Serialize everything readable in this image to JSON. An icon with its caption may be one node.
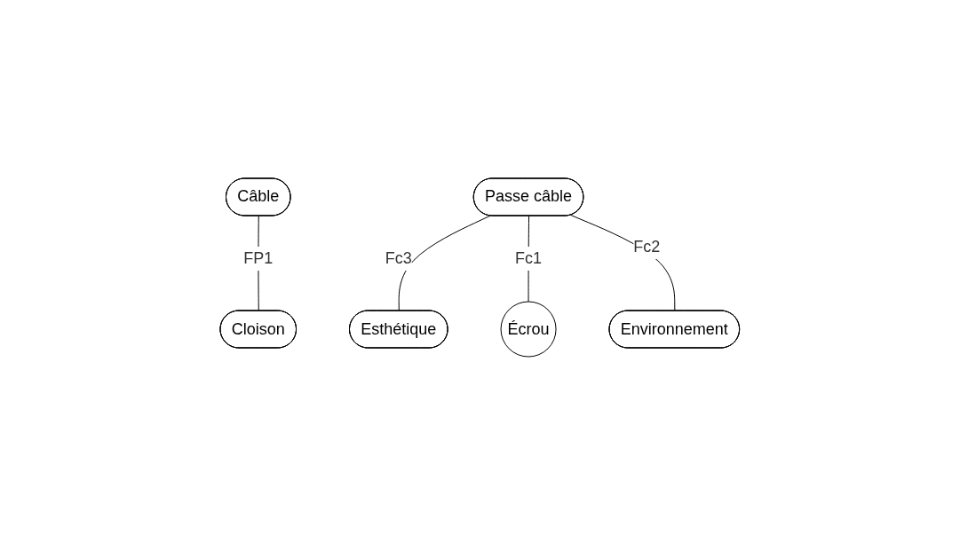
{
  "diagram": {
    "nodes": [
      {
        "text": [
          "Câble"
        ]
      },
      {
        "text": [
          "Cloison"
        ]
      },
      {
        "text": [
          "Passe câble"
        ]
      },
      {
        "text": [
          "Écrou"
        ]
      },
      {
        "text": [
          "Esthétique"
        ]
      },
      {
        "text": [
          "Environnement"
        ]
      }
    ],
    "edges": [
      {
        "from": 0,
        "to": 1,
        "arrow": "none",
        "label": "FP1"
      },
      {
        "from": 2,
        "to": 4,
        "arrow": "none",
        "label": "Fc3"
      },
      {
        "from": 2,
        "to": 3,
        "arrow": "none",
        "label": "Fc1"
      },
      {
        "from": 2,
        "to": 5,
        "arrow": "none",
        "label": "Fc2"
      }
    ]
  }
}
